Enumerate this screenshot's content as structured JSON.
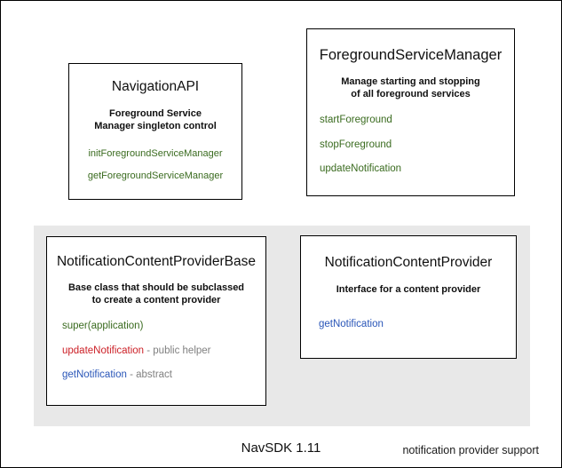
{
  "diagram": {
    "footer_label": "NavSDK 1.11",
    "colors": {
      "group_background": "#e8e8e8",
      "method_green": "#3a6b1f",
      "method_red": "#cc2027",
      "method_blue": "#2a56b8",
      "note_gray": "#808080",
      "border": "#000000",
      "page_background": "#ffffff"
    },
    "groups": [
      {
        "caption": "notification provider support"
      }
    ],
    "boxes": [
      {
        "title": "NavigationAPI",
        "description_lines": [
          "Foreground Service",
          "Manager singleton control"
        ],
        "members": [
          {
            "name": "initForegroundServiceManager",
            "color": "green",
            "note": ""
          },
          {
            "name": "getForegroundServiceManager",
            "color": "green",
            "note": ""
          }
        ]
      },
      {
        "title": "ForegroundServiceManager",
        "description_lines": [
          "Manage starting and stopping",
          "of all foreground services"
        ],
        "members": [
          {
            "name": "startForeground",
            "color": "green",
            "note": ""
          },
          {
            "name": "stopForeground",
            "color": "green",
            "note": ""
          },
          {
            "name": "updateNotification",
            "color": "green",
            "note": ""
          }
        ]
      },
      {
        "title": "NotificationContentProviderBase",
        "description_lines": [
          "Base class that should be subclassed",
          "to create a content provider"
        ],
        "members": [
          {
            "name": "super(application)",
            "color": "green",
            "note": ""
          },
          {
            "name": "updateNotification",
            "color": "red",
            "note": " - public helper"
          },
          {
            "name": "getNotification",
            "color": "blue",
            "note": " - abstract"
          }
        ]
      },
      {
        "title": "NotificationContentProvider",
        "description_lines": [
          "Interface for a content provider"
        ],
        "members": [
          {
            "name": "getNotification",
            "color": "blue",
            "note": ""
          }
        ]
      }
    ]
  }
}
